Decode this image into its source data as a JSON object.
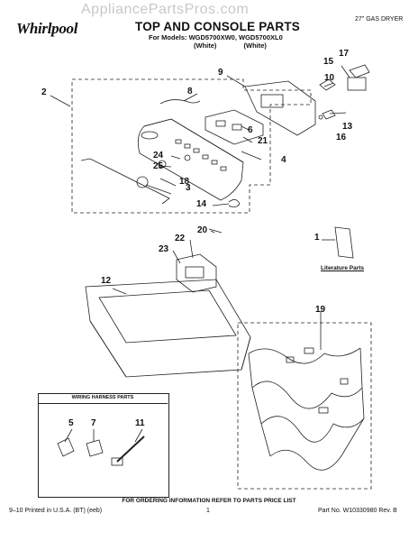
{
  "watermark": "AppliancePartsPros.com",
  "brand": "Whirlpool",
  "title": "TOP AND CONSOLE PARTS",
  "models_line": "For Models: WGD5700XW0, WGD5700XL0",
  "colors_line": "(White) (White)",
  "product_type": "27\" GAS DRYER",
  "callouts": {
    "c2": "2",
    "c3": "3",
    "c4": "4",
    "c6": "6",
    "c8": "8",
    "c9": "9",
    "c10": "10",
    "c12": "12",
    "c13": "13",
    "c14": "14",
    "c15": "15",
    "c16": "16",
    "c17": "17",
    "c18": "18",
    "c19": "19",
    "c20": "20",
    "c21": "21",
    "c22": "22",
    "c23": "23",
    "c24": "24",
    "c25": "25",
    "c1": "1"
  },
  "literature_label": "Literature Parts",
  "harness": {
    "title": "WIRING HARNESS PARTS",
    "c5": "5",
    "c7": "7",
    "c11": "11"
  },
  "footer": {
    "ordering": "FOR ORDERING INFORMATION REFER TO PARTS PRICE LIST",
    "printed": "9–10 Printed in U.S.A. (BT) (eeb)",
    "page": "1",
    "part_no": "Part No. W10330980 Rev. B"
  }
}
